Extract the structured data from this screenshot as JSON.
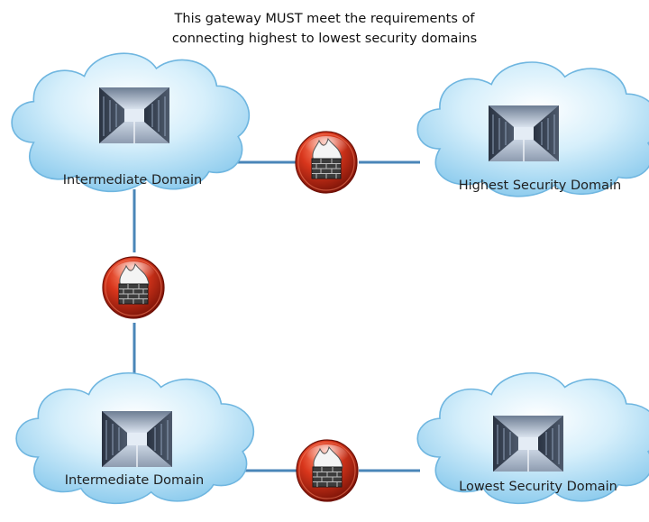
{
  "caption": {
    "line1": "This gateway MUST meet the requirements of",
    "line2": "connecting highest to lowest security domains"
  },
  "domains": [
    {
      "id": "top-left",
      "label": "Intermediate Domain"
    },
    {
      "id": "top-right",
      "label": "Highest Security Domain"
    },
    {
      "id": "bottom-left",
      "label": "Intermediate Domain"
    },
    {
      "id": "bottom-right",
      "label": "Lowest Security Domain"
    }
  ],
  "gateways": [
    {
      "id": "gateway-top",
      "icon": "firewall-icon",
      "connects": [
        "top-left",
        "top-right"
      ]
    },
    {
      "id": "gateway-middle",
      "icon": "firewall-icon",
      "connects": [
        "top-left",
        "bottom-left"
      ]
    },
    {
      "id": "gateway-bottom",
      "icon": "firewall-icon",
      "connects": [
        "bottom-left",
        "bottom-right"
      ]
    }
  ],
  "colors": {
    "cloud_light": "#e9f6fd",
    "cloud_mid": "#b6e0f6",
    "cloud_dark": "#7cc3ea",
    "cloud_stroke": "#6fb6e0",
    "link_line": "#4a86b8",
    "firewall_red": "#d2341d",
    "firewall_dark": "#8c1a0c"
  }
}
